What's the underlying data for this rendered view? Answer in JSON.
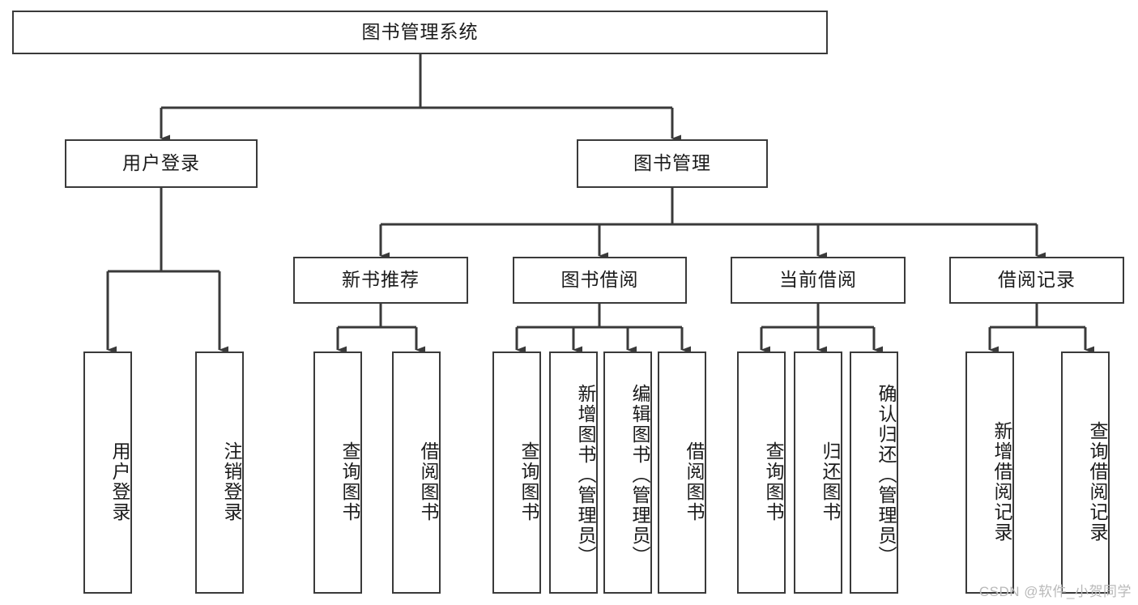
{
  "diagram": {
    "type": "tree-hierarchy",
    "title": "图书管理系统",
    "watermark": "CSDN @软件_小贺同学",
    "colors": {
      "box_border": "#3a3a3a",
      "box_fill": "#ffffff",
      "connector": "#3a3a3a",
      "text": "#1b1b1b",
      "watermark": "#b9b9b9",
      "background": "#ffffff"
    },
    "root": {
      "id": "root",
      "label": "图书管理系统"
    },
    "level2": [
      {
        "id": "user-login",
        "label": "用户登录"
      },
      {
        "id": "book-manage",
        "label": "图书管理"
      }
    ],
    "level3": [
      {
        "id": "new-book-recommend",
        "label": "新书推荐",
        "parent": "book-manage"
      },
      {
        "id": "book-borrow",
        "label": "图书借阅",
        "parent": "book-manage"
      },
      {
        "id": "current-borrow",
        "label": "当前借阅",
        "parent": "book-manage"
      },
      {
        "id": "borrow-record",
        "label": "借阅记录",
        "parent": "book-manage"
      }
    ],
    "leaves": [
      {
        "id": "leaf-user-login",
        "label": "用户登录",
        "parent": "user-login"
      },
      {
        "id": "leaf-logout-login",
        "label": "注销登录",
        "parent": "user-login"
      },
      {
        "id": "leaf-query-book-1",
        "label": "查询图书",
        "parent": "new-book-recommend"
      },
      {
        "id": "leaf-borrow-book-1",
        "label": "借阅图书",
        "parent": "new-book-recommend"
      },
      {
        "id": "leaf-query-book-2",
        "label": "查询图书",
        "parent": "book-borrow"
      },
      {
        "id": "leaf-add-book",
        "label": "新增图书（管理员）",
        "parent": "book-borrow"
      },
      {
        "id": "leaf-edit-book",
        "label": "编辑图书（管理员）",
        "parent": "book-borrow"
      },
      {
        "id": "leaf-borrow-book-2",
        "label": "借阅图书",
        "parent": "book-borrow"
      },
      {
        "id": "leaf-query-book-3",
        "label": "查询图书",
        "parent": "current-borrow"
      },
      {
        "id": "leaf-return-book",
        "label": "归还图书",
        "parent": "current-borrow"
      },
      {
        "id": "leaf-confirm-return",
        "label": "确认归还（管理员）",
        "parent": "current-borrow"
      },
      {
        "id": "leaf-add-record",
        "label": "新增借阅记录",
        "parent": "borrow-record"
      },
      {
        "id": "leaf-query-record",
        "label": "查询借阅记录",
        "parent": "borrow-record"
      }
    ]
  }
}
